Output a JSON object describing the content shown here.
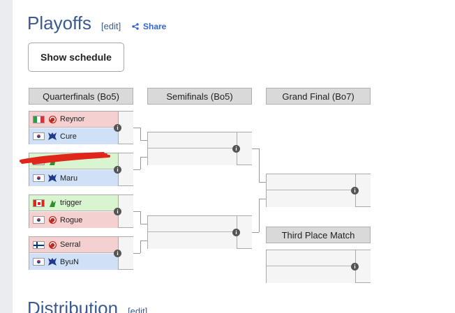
{
  "section": {
    "title": "Playoffs",
    "edit_label": "[edit]",
    "share_label": "Share"
  },
  "schedule_button": {
    "label": "Show schedule"
  },
  "rounds": [
    {
      "label": "Quarterfinals (Bo5)"
    },
    {
      "label": "Semifinals (Bo5)"
    },
    {
      "label": "Grand Final (Bo7)"
    },
    {
      "label": "Third Place Match"
    }
  ],
  "quarterfinals": [
    {
      "p1": {
        "name": "Reynor",
        "flag": "italy",
        "race": "zerg",
        "status": "loser"
      },
      "p2": {
        "name": "Cure",
        "flag": "south-korea",
        "race": "terran",
        "status": "winner"
      }
    },
    {
      "p1": {
        "name": "",
        "flag": "obscured",
        "race": "protoss",
        "status": "winner"
      },
      "p2": {
        "name": "Maru",
        "flag": "south-korea",
        "race": "terran",
        "status": "winner"
      }
    },
    {
      "p1": {
        "name": "trigger",
        "flag": "canada",
        "race": "protoss",
        "status": "winner"
      },
      "p2": {
        "name": "Rogue",
        "flag": "south-korea",
        "race": "zerg",
        "status": "loser"
      }
    },
    {
      "p1": {
        "name": "Serral",
        "flag": "finland",
        "race": "zerg",
        "status": "loser"
      },
      "p2": {
        "name": "ByuN",
        "flag": "south-korea",
        "race": "terran",
        "status": "winner"
      }
    }
  ],
  "info_icon": "i",
  "colors": {
    "loser": "#f5d0d0",
    "winner_blue": "#cfe0f7",
    "winner_green": "#d8f5cf",
    "link": "#3a5a94",
    "annotation": "#e0261b"
  },
  "next_section": {
    "title": "Distribution",
    "edit_label": "[edit]"
  }
}
